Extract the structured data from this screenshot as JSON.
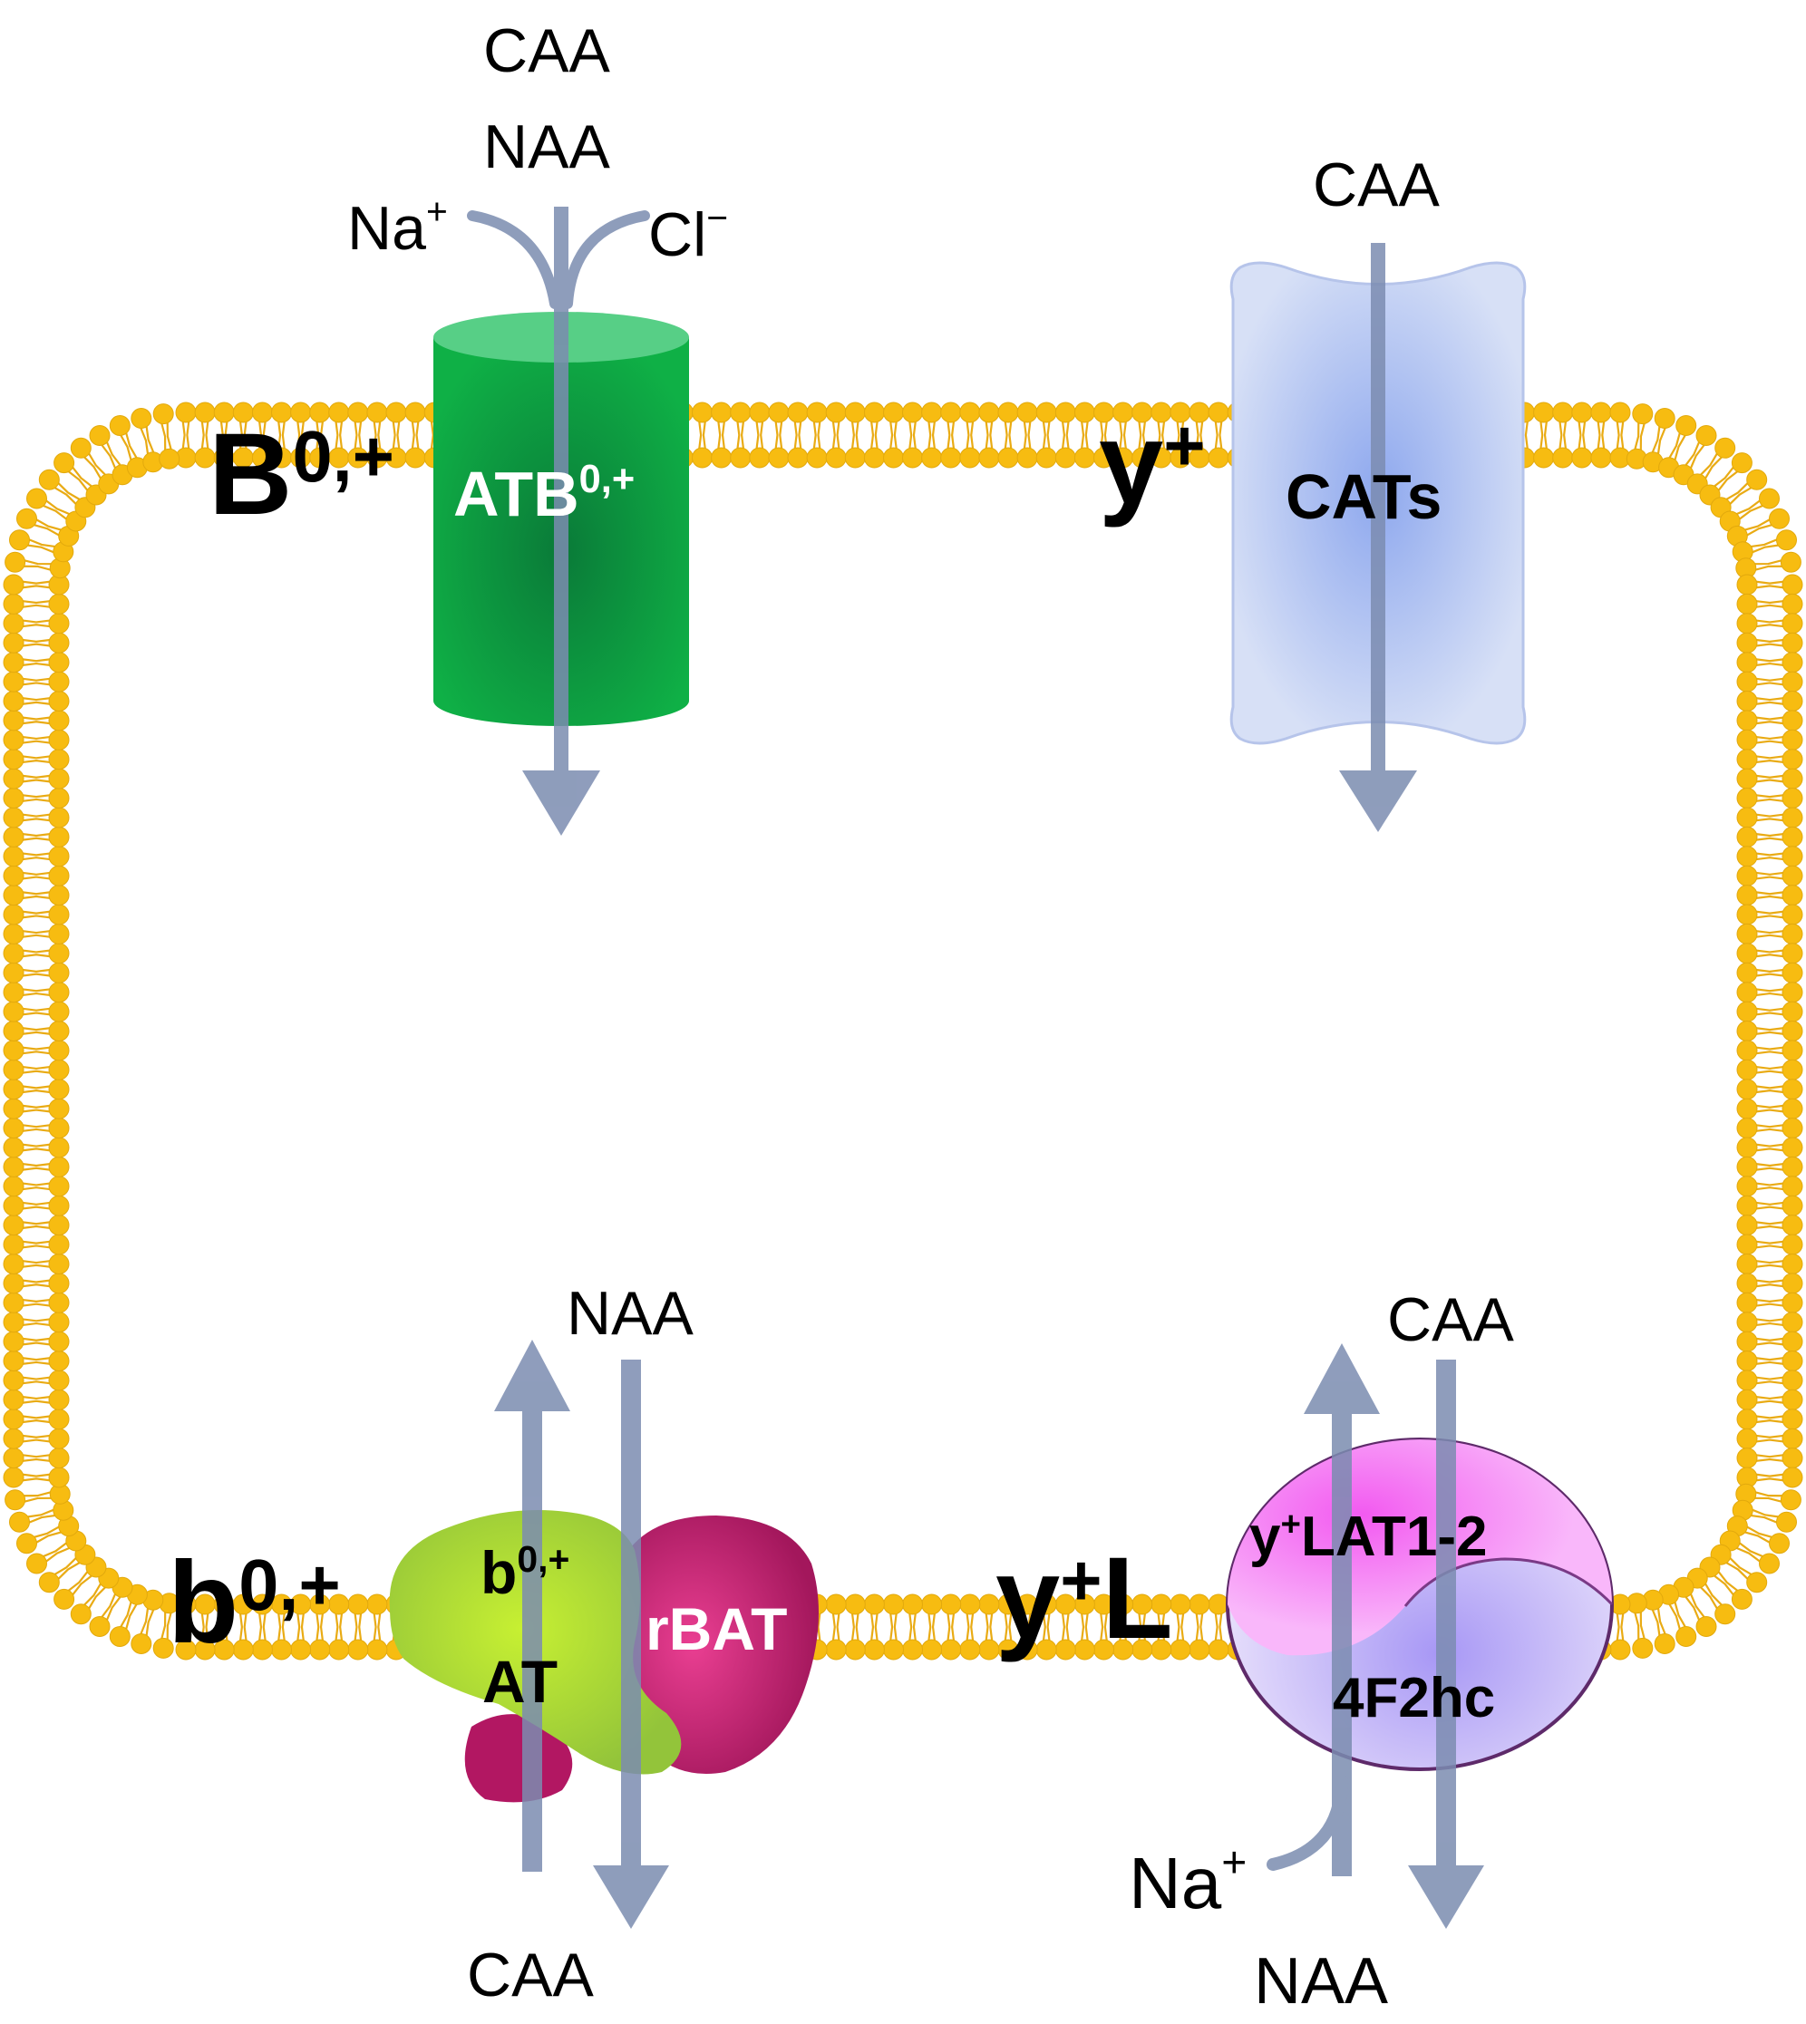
{
  "colors": {
    "lipid_head": "#f7bc11",
    "lipid_tail": "#e9ab14",
    "arrow": "#7b8cb0",
    "atb_green": "#0aa63c",
    "cats_blue": "#c9d5f3",
    "b0at_green": "#b6e23c",
    "rbat_magenta": "#c21d6d",
    "ylat_pink": "#f27ef5",
    "f2hc_lavender": "#c9bdf7"
  },
  "systems": {
    "B0plus": {
      "label": "B",
      "sup": "0,+"
    },
    "yplus": {
      "label": "y",
      "sup": "+"
    },
    "b0plus": {
      "label": "b",
      "sup": "0,+"
    },
    "yplusL": {
      "label": "y",
      "sup": "+",
      "suffix": "L"
    }
  },
  "transporters": {
    "atb": {
      "label": "ATB",
      "sup": "0,+",
      "icon": "cylinder-transporter"
    },
    "cats": {
      "label": "CATs",
      "icon": "channel-transporter"
    },
    "b0at": {
      "line1": "b",
      "line1_sup": "0,+",
      "line2": "AT",
      "icon": "green-subunit"
    },
    "rbat": {
      "label": "rBAT",
      "icon": "magenta-subunit"
    },
    "ylat": {
      "prefix": "y",
      "sup": "+",
      "label": "LAT1-2",
      "icon": "pink-subunit"
    },
    "f2hc": {
      "label": "4F2hc",
      "icon": "lavender-subunit"
    }
  },
  "substrates": {
    "top_left_caa": "CAA",
    "top_left_naa": "NAA",
    "top_left_na": "Na",
    "top_left_na_sup": "+",
    "top_left_cl": "Cl",
    "top_left_cl_sup": "−",
    "top_right_caa": "CAA",
    "bottom_left_naa": "NAA",
    "bottom_left_caa": "CAA",
    "bottom_right_caa": "CAA",
    "bottom_right_na": "Na",
    "bottom_right_na_sup": "+",
    "bottom_right_naa": "NAA"
  }
}
